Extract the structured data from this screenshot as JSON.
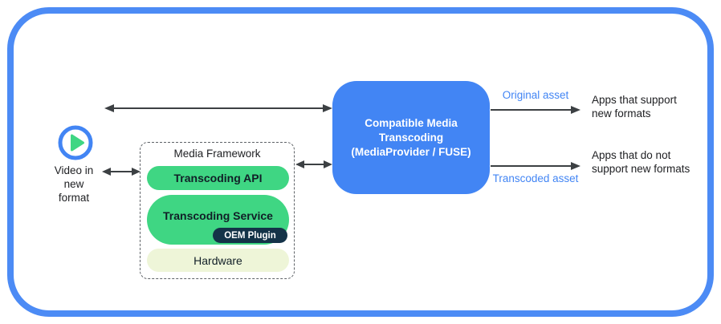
{
  "colors": {
    "accent": "#4285f4",
    "border": "#4c8bf5",
    "green": "#3fd683",
    "navy": "#143348",
    "cream": "#eef5d8",
    "arrow": "#3c4043",
    "text": "#202124"
  },
  "source": {
    "icon": "play-icon",
    "label_lines": [
      "Video in",
      "new",
      "format"
    ]
  },
  "media_framework": {
    "title": "Media Framework",
    "api": "Transcoding API",
    "service": "Transcoding Service",
    "oem_plugin": "OEM Plugin",
    "hardware": "Hardware"
  },
  "transcoder": {
    "lines": [
      "Compatible Media",
      "Transcoding",
      "(MediaProvider / FUSE)"
    ]
  },
  "flows": {
    "original": {
      "label": "Original asset",
      "target": [
        "Apps that support",
        "new formats"
      ]
    },
    "transcoded": {
      "label": "Transcoded asset",
      "target": [
        "Apps that do not",
        "support new formats"
      ]
    }
  }
}
